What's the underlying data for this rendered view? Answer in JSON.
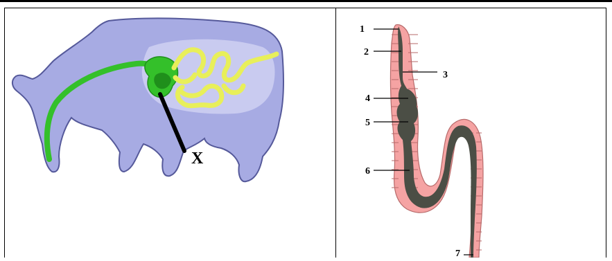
{
  "colors": {
    "cow_body": "#a7abe3",
    "cow_outline": "#55599a",
    "cow_highlight": "#c9cbf0",
    "esophagus_stomach": "#34c02a",
    "stomach_dark": "#1f8f1b",
    "intestine": "#e8ef5a",
    "intestine_outline": "#77801a",
    "worm_wall": "#f5a3a3",
    "worm_wall_outline": "#b76a6a",
    "worm_gut": "#4b4e45",
    "label_line": "#000000"
  },
  "cow_diagram": {
    "pointer_label": "X"
  },
  "worm_diagram": {
    "labels": [
      "1",
      "2",
      "3",
      "4",
      "5",
      "6",
      "7"
    ]
  }
}
